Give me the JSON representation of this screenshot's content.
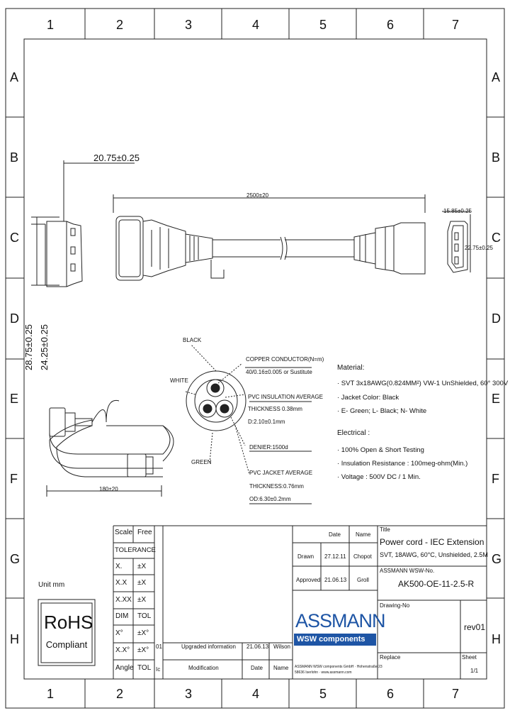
{
  "border": {
    "columns": [
      "1",
      "2",
      "3",
      "4",
      "5",
      "6",
      "7"
    ],
    "rows": [
      "A",
      "B",
      "C",
      "D",
      "E",
      "F",
      "G",
      "H"
    ]
  },
  "dimensions": {
    "plug_width": "20.75±0.25",
    "plug_height_a": "28.75±0.25",
    "plug_height_b": "24.25±0.25",
    "cord_length": "2500±20",
    "socket_width": "15.85±0.25",
    "socket_height": "22.75±0.25",
    "coil_length": "180±20"
  },
  "cross_section": {
    "black": "BLACK",
    "white": "WHITE",
    "green": "GREEN",
    "conductor_title": "COPPER CONDUCTOR(N=m)",
    "conductor_value": "40/0.16±0.005 or Sustitute",
    "insulation_title": "PVC INSULATION AVERAGE",
    "insulation_thickness": "THICKNESS 0.38mm",
    "insulation_od": "D:2.10±0.1mm",
    "denier": "DENIER:1500d",
    "jacket_title": "PVC JACKET AVERAGE",
    "jacket_thickness": "THICKNESS:0.76mm",
    "jacket_od": "OD:6.30±0.2mm"
  },
  "material": {
    "heading": "Material:",
    "lines": [
      "· SVT 3x18AWG(0.824MM²) VW-1 UnShielded, 60° 300V",
      "· Jacket Color: Black",
      "· E- Green; L- Black; N- White"
    ]
  },
  "electrical": {
    "heading": "Electrical :",
    "lines": [
      "· 100% Open & Short Testing",
      "· Insulation Resistance : 100meg-ohm(Min.)",
      "· Voltage : 500V DC / 1 Min."
    ]
  },
  "unit": "Unit mm",
  "rohs": {
    "line1": "RoHS",
    "line2": "Compliant"
  },
  "tolerance": {
    "scale_label": "Scale",
    "scale_value": "Free",
    "heading": "TOLERANCE",
    "rows": [
      {
        "k": "X.",
        "v": "±X"
      },
      {
        "k": "X.X",
        "v": "±X"
      },
      {
        "k": "X.XX",
        "v": "±X"
      },
      {
        "k": "DIM",
        "v": "TOL"
      },
      {
        "k": "X°",
        "v": "±X°"
      },
      {
        "k": "X.X°",
        "v": "±X°"
      },
      {
        "k": "Angle",
        "v": "TOL"
      }
    ]
  },
  "approval": {
    "date_header": "Date",
    "name_header": "Name",
    "drawn_label": "Drawn",
    "drawn_date": "27.12.11",
    "drawn_name": "Chopot",
    "approved_label": "Approved",
    "approved_date": "21.06.13",
    "approved_name": "Groll"
  },
  "title_block": {
    "title_label": "Title",
    "title": "Power cord - IEC Extension",
    "subtitle": "SVT, 18AWG, 60°C, Unshielded, 2.5M",
    "part_label": "ASSMANN WSW-No.",
    "part_no": "AK500-OE-11-2.5-R",
    "drawing_label": "Drawing-No",
    "rev": "rev01",
    "replace_label": "Replace",
    "sheet_label": "Sheet",
    "sheet": "1/1"
  },
  "revision": {
    "row1_num": "01",
    "row1_text": "Upgraded information",
    "row1_date": "21.06.13",
    "row1_name": "Wilson",
    "idx_label": "Ic",
    "mod_label": "Modification",
    "date_label": "Date",
    "name_label": "Name"
  },
  "logo": {
    "brand": "ASSMANN",
    "sub": "WSW components",
    "fine1": "ASSMANN WSW components GmbH · Hohenstraße 23",
    "fine2": "58636 Iserlohn · www.assmann.com"
  },
  "colors": {
    "logo_blue": "#1e55a5",
    "line": "#222222"
  }
}
